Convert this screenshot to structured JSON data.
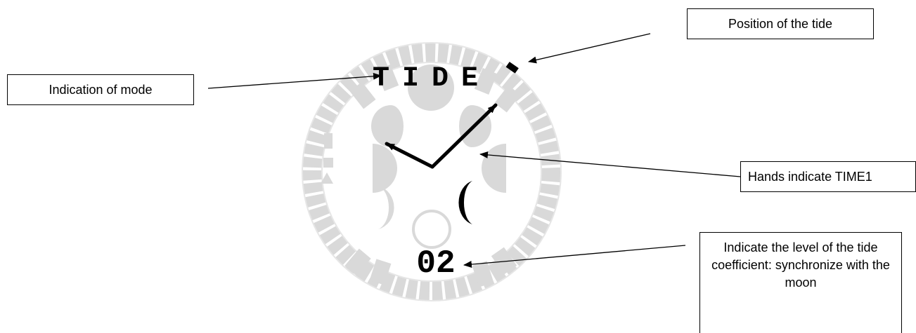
{
  "callouts": {
    "tide_position": "Position of the tide",
    "mode_indication": "Indication of mode",
    "hands": "Hands indicate TIME1",
    "coefficient": "Indicate the level of the tide coefficient: synchronize with the moon"
  },
  "display": {
    "mode_text": "TIDE",
    "coefficient_value": "02"
  },
  "colors": {
    "ghost_segments": "#d9d9d9",
    "active": "#000000"
  }
}
